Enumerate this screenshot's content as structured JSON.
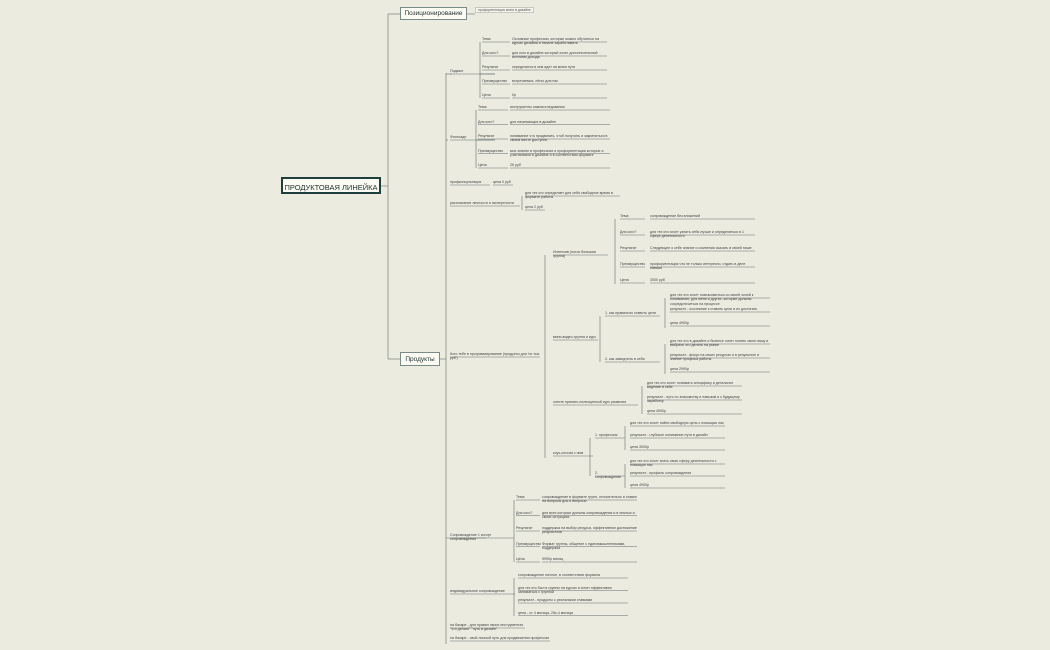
{
  "root": "ПРОДУКТОВАЯ ЛИНЕЙКА",
  "positioning": {
    "label": "Позиционирование",
    "note": "профориентация книги в дизайне"
  },
  "products_label": "Продукты",
  "tree": {
    "podcast": {
      "label": "Подкаст",
      "rows": [
        {
          "k": "Тема",
          "v": "Основные профессии, которые можно обучиться на курсах дизайна и начале заработывать"
        },
        {
          "k": "Для кого?",
          "v": "для кого в дизайне который хочет дополнительный источник дохода"
        },
        {
          "k": "Результат",
          "v": "определится в кем идет на моем пути"
        },
        {
          "k": "Преимущество",
          "v": "встречаемся, лёгко для нас"
        },
        {
          "k": "Цена",
          "v": "0р"
        }
      ]
    },
    "fingerprint": {
      "label": "Фнотоадн",
      "rows": [
        {
          "k": "Тема",
          "v": "инструменты самоисследования"
        },
        {
          "k": "Для кого?",
          "v": "для начинающих в дизайне"
        },
        {
          "k": "Результат",
          "v": "понимание что продвигать, чтоб получить и закрепиться в своем месте доступно"
        },
        {
          "k": "Преимущество",
          "v": "мое знание в профессиях и профориентации которые я участвовали в дизайне и в соответствии формате"
        },
        {
          "k": "Цена",
          "v": "2К руб"
        }
      ]
    },
    "consult": {
      "label": "профконсультация",
      "v": "цена 0 руб"
    },
    "diagnostic": {
      "label": "распознание личности и экспертности",
      "rows": [
        {
          "k": "",
          "v": "для тех кто определяет для себя свободное время в формате работы"
        },
        {
          "k": "",
          "v": "цена 2 руб"
        }
      ]
    },
    "course": {
      "label": "Кого тебе в программирование (продукты для 'по тыс руб')",
      "intensive": {
        "label": "Интенсив (поток большая группа)",
        "rows": [
          {
            "k": "Тема",
            "v": "сопровождение без вложений"
          },
          {
            "k": "Для кого?",
            "v": "для тех кто хочет узнать себя лучше и определиться в 1 сфере деятельности"
          },
          {
            "k": "Результат",
            "v": "Следующее о себе знание и сомнения сказать в своей нише"
          },
          {
            "k": "Преимущество",
            "v": "профориентация что не только интересно, отдать в деле навыки"
          },
          {
            "k": "Цена",
            "v": "3000 руб"
          }
        ]
      },
      "group": {
        "label": "мини-видео-группа и курс",
        "items": [
          {
            "label": "1. как правильно ставить цели",
            "rows": [
              "для тех кто хочет познакомиться со своей зоной к пониманию, для меня и других, которые должны сосредоточиться на процессе",
              "результат - осознание к ставить цели и их достигать",
              "цена 4900р"
            ]
          },
          {
            "label": "2. как замедлить в себя",
            "rows": [
              "для тех кто в дизайне и бизнесе хочет понять свою нишу и выбрать что делать на рынке",
              "результат - фокус на своих ресурсах и в результате и знание процесса работы",
              "цена 2990р"
            ]
          }
        ]
      },
      "plan": {
        "label": "хотите принять полноценный курс развития",
        "rows": [
          "для тех кто хочет понимать специфику и детальное видение в себе",
          "результат - путь по знакомству и навыков и к будущему заработку",
          "цена 4900р"
        ]
      },
      "coach": {
        "label": "коуч-сессия с ним",
        "items": [
          {
            "label": "1. профессия",
            "rows": [
              "для тех кто хочет найти свободную цель с помощью нас",
              "результат - глубокое понимание пути в дизайн",
              "цена 3000р"
            ]
          },
          {
            "label": "2. сопровождение",
            "rows": [
              "для тех кто хочет знать свою сферу деятельности с помощью нас",
              "результат - профиль сопровождения",
              "цена 4900р"
            ]
          }
        ]
      }
    },
    "mentoring": {
      "label": "Сопровождение 1 когорт сопровождения",
      "rows": [
        {
          "k": "Тема",
          "v": "сопровождение в формате групп, относительно и ставки на вопросы для и вопросы"
        },
        {
          "k": "Для кого?",
          "v": "для всех которые должны сопровождения и в личных и своих ситуациях"
        },
        {
          "k": "Результат",
          "v": "поддержка на выбор ресурса, эффективное достижение результатов"
        },
        {
          "k": "Преимущество",
          "v": "Формат группы, общение с единомышленниками, поддержка"
        },
        {
          "k": "Цена",
          "v": "9990р месяц"
        }
      ]
    },
    "individual": {
      "label": "индивидуальное сопровождение",
      "rows": [
        "сопровождение личное, в соответствии формата",
        "для тех кто был в группы на курсах и хочет эффективно заниматься с группой",
        "результат - продукты с реальными ставками",
        "цена - от 4 месяца, 25к-4 месяца"
      ]
    },
    "bonus1": "на базаре - для правил своих инструментах \"что делать\" \"путь в дизайн\"",
    "bonus2": "на базаре - свой личный путь для продвижения профессии"
  }
}
